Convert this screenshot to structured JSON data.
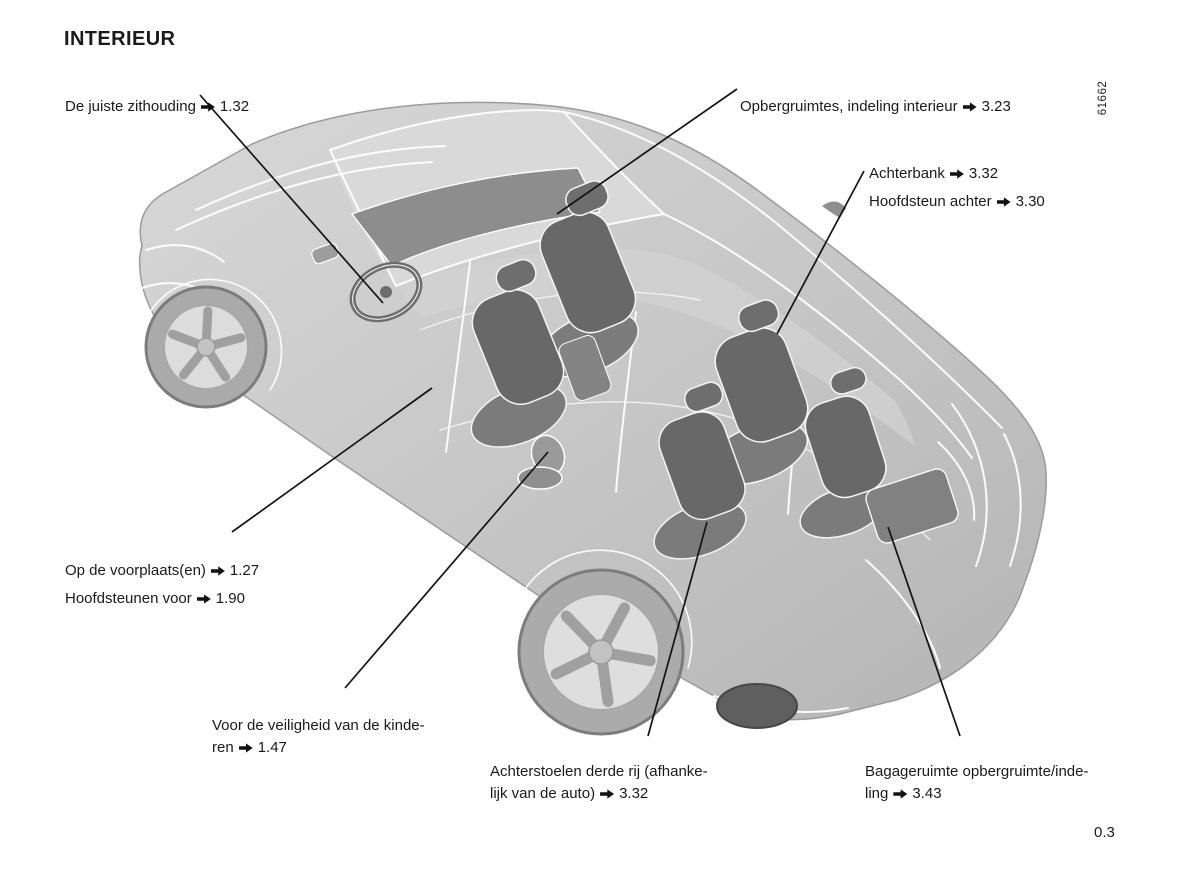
{
  "page": {
    "title": "INTERIEUR",
    "page_number": "0.3",
    "figure_code": "61662"
  },
  "icons": {
    "ref_arrow": "right-arrow-icon"
  },
  "labels": [
    {
      "id": "de-juiste-zithouding",
      "text": "De juiste zithouding",
      "ref": "1.32"
    },
    {
      "id": "opbergruimtes-indeling-interieur",
      "text": "Opbergruimtes, indeling interieur",
      "ref": "3.23"
    },
    {
      "id": "achterbank",
      "text": "Achterbank",
      "ref": "3.32"
    },
    {
      "id": "hoofdsteun-achter",
      "text": "Hoofdsteun achter",
      "ref": "3.30"
    },
    {
      "id": "op-de-voorplaatsen",
      "text": "Op de voorplaats(en)",
      "ref": "1.27"
    },
    {
      "id": "hoofdsteunen-voor",
      "text": "Hoofdsteunen voor",
      "ref": "1.90"
    },
    {
      "id": "veiligheid-kinderen",
      "text": "Voor de veiligheid van de kinde-\nren",
      "ref": "1.47"
    },
    {
      "id": "achterstoelen-derde-rij",
      "text": "Achterstoelen derde rij (afhanke-\nlijk van de auto)",
      "ref": "3.32"
    },
    {
      "id": "bagageruimte",
      "text": "Bagageruimte opbergruimte/inde-\nling",
      "ref": "3.43"
    }
  ],
  "illustration": {
    "subject": "ghosted-cutaway-suv-interior",
    "colors": {
      "body": "#c9c9c9",
      "line_work": "#ffffff",
      "seats": "#686868",
      "leader_lines": "#141414"
    }
  }
}
